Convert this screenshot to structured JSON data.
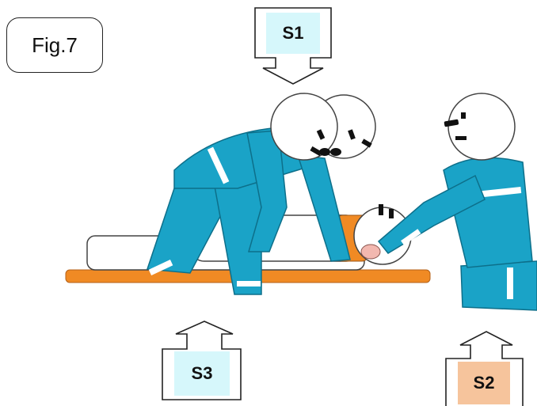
{
  "figure": {
    "label": "Fig.7"
  },
  "markers": [
    {
      "id": "S1",
      "label": "S1",
      "color": "#d6f7fb",
      "arrow": "down"
    },
    {
      "id": "S2",
      "label": "S2",
      "color": "#f6c49c",
      "arrow": "up"
    },
    {
      "id": "S3",
      "label": "S3",
      "color": "#d6f7fb",
      "arrow": "up"
    }
  ],
  "colors": {
    "uniform": "#1aa3c7",
    "uniform_outline": "#0d6f8a",
    "stretcher": "#f08a24",
    "mattress": "#ffffff",
    "head": "#ffffff",
    "collar": "#f08a24",
    "outline": "#333333"
  },
  "icons": [
    "rescuer-figure",
    "patient-figure",
    "stretcher",
    "arrow-down",
    "arrow-up"
  ]
}
